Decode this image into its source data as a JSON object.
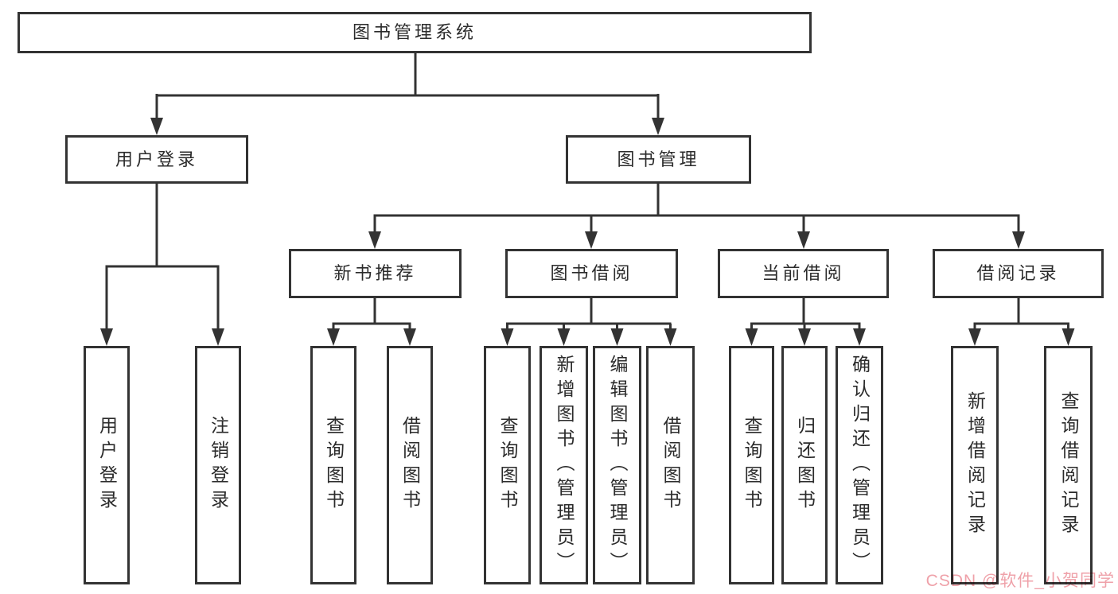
{
  "diagram": {
    "root": {
      "label": "图书管理系统"
    },
    "branches": [
      {
        "label": "用户登录",
        "children": [
          {
            "label": "用户登录"
          },
          {
            "label": "注销登录"
          }
        ]
      },
      {
        "label": "图书管理",
        "children": [
          {
            "label": "新书推荐",
            "children": [
              {
                "label": "查询图书"
              },
              {
                "label": "借阅图书"
              }
            ]
          },
          {
            "label": "图书借阅",
            "children": [
              {
                "label": "查询图书"
              },
              {
                "label": "新增图书（管理员）"
              },
              {
                "label": "编辑图书（管理员）"
              },
              {
                "label": "借阅图书"
              }
            ]
          },
          {
            "label": "当前借阅",
            "children": [
              {
                "label": "查询图书"
              },
              {
                "label": "归还图书"
              },
              {
                "label": "确认归还（管理员）"
              }
            ]
          },
          {
            "label": "借阅记录",
            "children": [
              {
                "label": "新增借阅记录"
              },
              {
                "label": "查询借阅记录"
              }
            ]
          }
        ]
      }
    ]
  },
  "watermark": {
    "text": "CSDN @软件_小贺同学",
    "color": "#efa1a9"
  },
  "colors": {
    "line": "#333333",
    "text": "#2b2b2b",
    "background": "#ffffff"
  }
}
